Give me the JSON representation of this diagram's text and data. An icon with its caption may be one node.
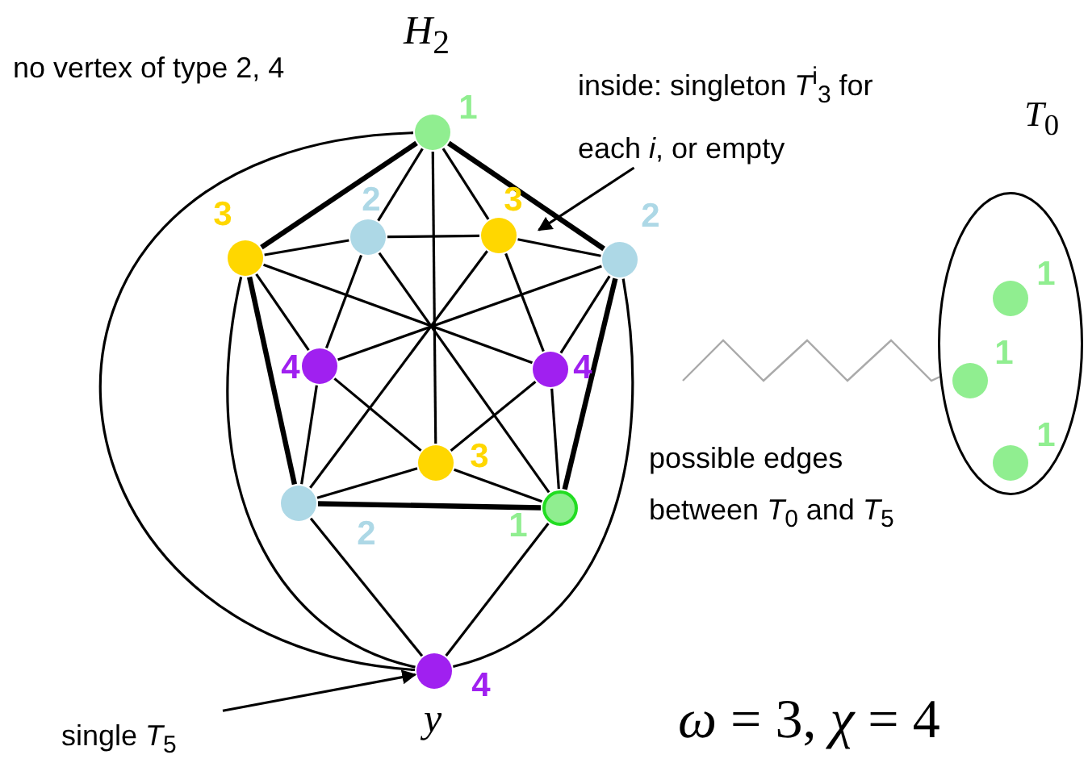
{
  "diagram": {
    "title": "*H*$_{2}$",
    "nodes": [
      {
        "text": [],
        "shape": "circle",
        "beside": [
          "1"
        ]
      },
      {
        "text": [],
        "shape": "circle",
        "beside": [
          "3"
        ]
      },
      {
        "text": [],
        "shape": "circle",
        "beside": [
          "2"
        ]
      },
      {
        "text": [],
        "shape": "circle",
        "beside": [
          "3"
        ]
      },
      {
        "text": [],
        "shape": "circle",
        "beside": [
          "2"
        ]
      },
      {
        "text": [],
        "shape": "circle",
        "beside": [
          "4"
        ]
      },
      {
        "text": [],
        "shape": "circle",
        "beside": [
          "4"
        ]
      },
      {
        "text": [],
        "shape": "circle",
        "beside": [
          "3"
        ]
      },
      {
        "text": [],
        "shape": "circle",
        "beside": [
          "2"
        ]
      },
      {
        "text": [],
        "shape": "circle",
        "beside": [
          "1"
        ]
      },
      {
        "text": [],
        "shape": "circle",
        "beside": [
          "4",
          "*y*"
        ]
      },
      {
        "text": [
          "*T*$_{0}$"
        ]
      },
      {
        "text": [],
        "shape": "circle",
        "in": 11,
        "beside": [
          "1"
        ]
      },
      {
        "text": [],
        "shape": "circle",
        "in": 11,
        "beside": [
          "1"
        ]
      },
      {
        "text": [],
        "shape": "circle",
        "in": 11,
        "beside": [
          "1"
        ]
      },
      {
        "text": [
          "inside: singleton *T*$^{i}$$_{3}$ for each *i*, or empty"
        ]
      },
      {
        "text": [
          "single *T*$_{5}$"
        ]
      }
    ],
    "edges": [
      {
        "from": 0,
        "to": 1,
        "arrow": "none",
        "style": "thick"
      },
      {
        "from": 0,
        "to": 4,
        "arrow": "none",
        "style": "thick"
      },
      {
        "from": 1,
        "to": 8,
        "arrow": "none",
        "style": "thick"
      },
      {
        "from": 4,
        "to": 9,
        "arrow": "none",
        "style": "thick"
      },
      {
        "from": 8,
        "to": 9,
        "arrow": "none",
        "style": "thick"
      },
      {
        "from": 0,
        "to": 2,
        "arrow": "none"
      },
      {
        "from": 0,
        "to": 3,
        "arrow": "none"
      },
      {
        "from": 0,
        "to": 7,
        "arrow": "none"
      },
      {
        "from": 0,
        "to": 10,
        "arrow": "none"
      },
      {
        "from": 1,
        "to": 2,
        "arrow": "none"
      },
      {
        "from": 1,
        "to": 5,
        "arrow": "none"
      },
      {
        "from": 1,
        "to": 6,
        "arrow": "none"
      },
      {
        "from": 1,
        "to": 10,
        "arrow": "none"
      },
      {
        "from": 2,
        "to": 3,
        "arrow": "none"
      },
      {
        "from": 2,
        "to": 5,
        "arrow": "none"
      },
      {
        "from": 2,
        "to": 9,
        "arrow": "none"
      },
      {
        "from": 3,
        "to": 4,
        "arrow": "none"
      },
      {
        "from": 3,
        "to": 6,
        "arrow": "none"
      },
      {
        "from": 3,
        "to": 8,
        "arrow": "none"
      },
      {
        "from": 4,
        "to": 5,
        "arrow": "none"
      },
      {
        "from": 4,
        "to": 6,
        "arrow": "none"
      },
      {
        "from": 4,
        "to": 10,
        "arrow": "none"
      },
      {
        "from": 5,
        "to": 7,
        "arrow": "none"
      },
      {
        "from": 5,
        "to": 8,
        "arrow": "none"
      },
      {
        "from": 6,
        "to": 7,
        "arrow": "none"
      },
      {
        "from": 6,
        "to": 9,
        "arrow": "none"
      },
      {
        "from": 7,
        "to": 8,
        "arrow": "none"
      },
      {
        "from": 7,
        "to": 9,
        "arrow": "none"
      },
      {
        "from": 8,
        "to": 10,
        "arrow": "none"
      },
      {
        "from": 9,
        "to": 10,
        "arrow": "none"
      },
      {
        "from": 15,
        "to": 3,
        "arrow": "to"
      },
      {
        "from": 16,
        "to": 10,
        "arrow": "to"
      },
      {
        "from": null,
        "to": 11,
        "arrow": "none",
        "color": "#aaaaaa"
      }
    ],
    "labels": [
      "no vertex of type 2, 4",
      "possible edges between *T*$_{0}$ and *T*$_{5}$",
      "*ω* = 3, *χ* = 4"
    ]
  }
}
